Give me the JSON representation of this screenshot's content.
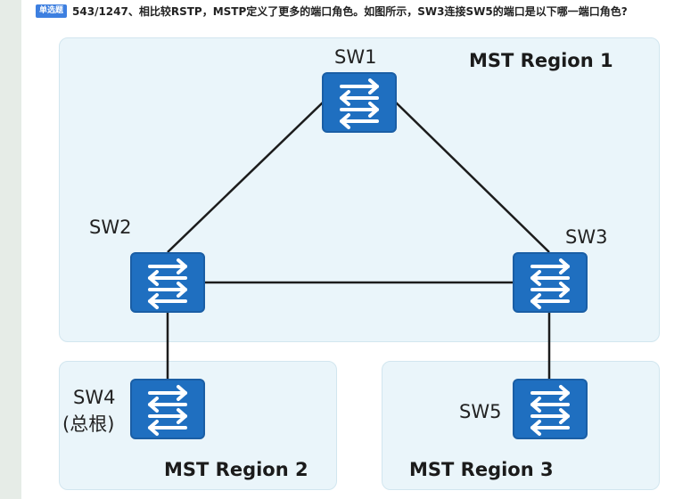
{
  "question": {
    "type_badge": "单选题",
    "text": "543/1247、相比较RSTP，MSTP定义了更多的端口角色。如图所示，SW3连接SW5的端口是以下哪一端口角色?"
  },
  "regions": {
    "r1": "MST Region 1",
    "r2": "MST Region 2",
    "r3": "MST Region 3"
  },
  "switches": {
    "sw1": "SW1",
    "sw2": "SW2",
    "sw3": "SW3",
    "sw4_line1": "SW4",
    "sw4_line2": "(总根)",
    "sw5": "SW5"
  },
  "colors": {
    "switch_fill": "#1f6fc0",
    "region_fill": "#eaf5fa",
    "link": "#1c1c1c"
  },
  "icons": {
    "switch": "switch-icon"
  }
}
